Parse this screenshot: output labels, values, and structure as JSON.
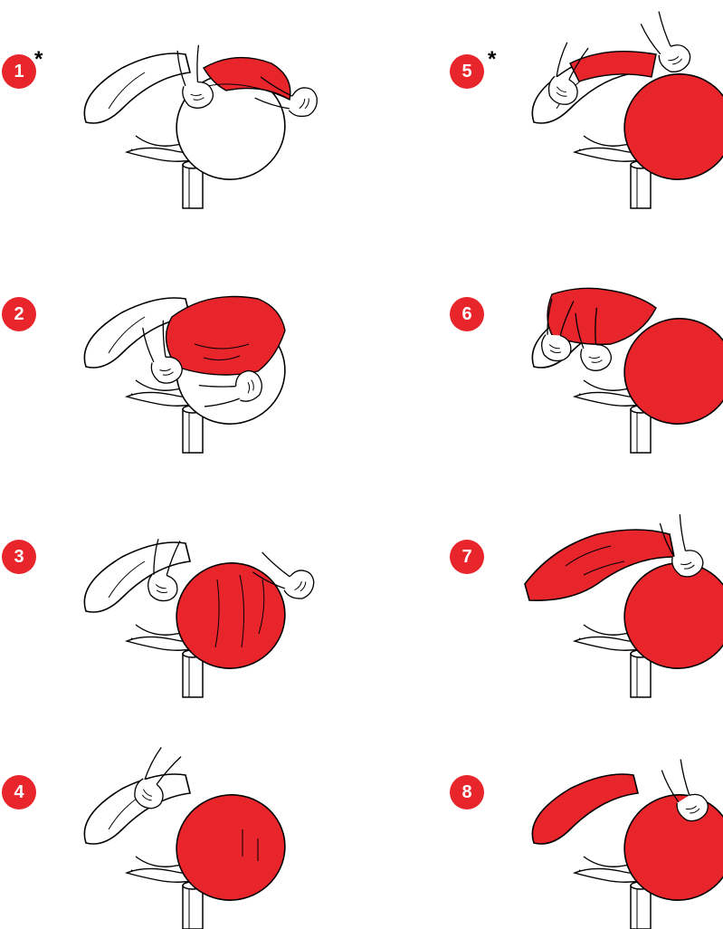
{
  "colors": {
    "accent": "#E8252B",
    "line": "#000000",
    "paper": "#ffffff"
  },
  "steps": [
    {
      "number": "1",
      "marker": "*",
      "stage": "insert-edge"
    },
    {
      "number": "2",
      "marker": "",
      "stage": "pull-over-front"
    },
    {
      "number": "3",
      "marker": "",
      "stage": "stretch-over-front"
    },
    {
      "number": "4",
      "marker": "",
      "stage": "front-covered"
    },
    {
      "number": "5",
      "marker": "*",
      "stage": "insert-back-edge"
    },
    {
      "number": "6",
      "marker": "",
      "stage": "pull-over-back"
    },
    {
      "number": "7",
      "marker": "",
      "stage": "smooth-back"
    },
    {
      "number": "8",
      "marker": "",
      "stage": "fully-covered"
    }
  ]
}
